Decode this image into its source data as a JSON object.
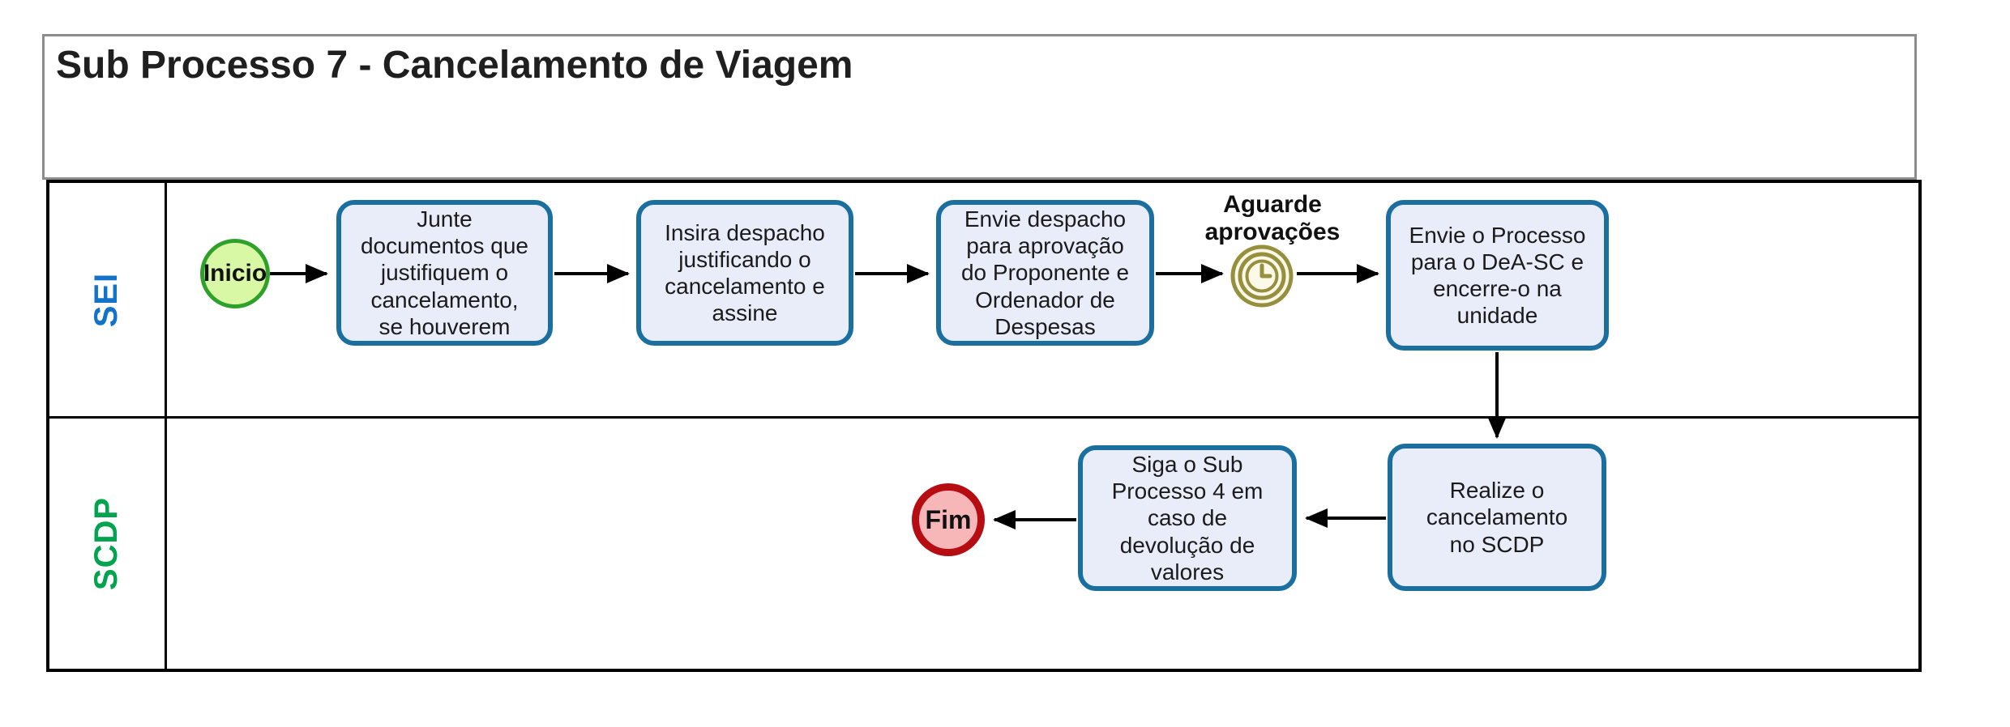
{
  "title": "Sub Processo 7 - Cancelamento de Viagem",
  "lanes": [
    {
      "id": "sei",
      "label": "SEI",
      "label_color": "#1273c9"
    },
    {
      "id": "scdp",
      "label": "SCDP",
      "label_color": "#00a44f"
    }
  ],
  "events": {
    "start": {
      "label": "Inicio",
      "border_color": "#2fa12b",
      "fill_color": "#d8f8a5",
      "lane": "SEI"
    },
    "timer": {
      "label": "Aguarde\naprovações",
      "ring_color": "#968f3e",
      "fill_color": "#fdf9e9",
      "lane": "SEI",
      "icon": "clock"
    },
    "end": {
      "label": "Fim",
      "border_color": "#b50d11",
      "fill_color": "#f7b6b8",
      "lane": "SCDP"
    }
  },
  "tasks": [
    {
      "id": "task-1",
      "lane": "SEI",
      "text": "Junte\ndocumentos que\njustifiquem o\ncancelamento,\nse houverem"
    },
    {
      "id": "task-2",
      "lane": "SEI",
      "text": "Insira despacho\njustificando o\ncancelamento e\nassine"
    },
    {
      "id": "task-3",
      "lane": "SEI",
      "text": "Envie despacho\npara aprovação\ndo Proponente e\nOrdenador de\nDespesas"
    },
    {
      "id": "task-4",
      "lane": "SEI",
      "text": "Envie o Processo\npara o DeA-SC e\nencerre-o na\nunidade"
    },
    {
      "id": "task-5",
      "lane": "SCDP",
      "text": "Realize o\ncancelamento\nno SCDP"
    },
    {
      "id": "task-6",
      "lane": "SCDP",
      "text": "Siga o Sub\nProcesso 4 em\ncaso de\ndevolução de\nvalores"
    }
  ],
  "flow_order": [
    "Inicio",
    "task-1",
    "task-2",
    "task-3",
    "timer (Aguarde aprovações)",
    "task-4",
    "task-5",
    "task-6",
    "Fim"
  ],
  "colors": {
    "task_border": "#1a6f9f",
    "task_fill": "#e9edfa",
    "title_box_border": "#8c8c8c",
    "pool_border": "#000000",
    "connector": "#000000"
  }
}
